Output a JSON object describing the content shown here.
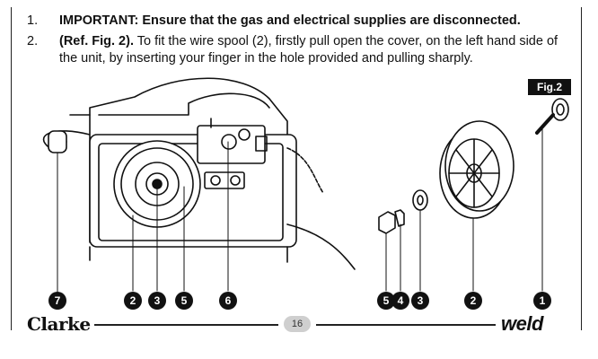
{
  "instructions": [
    {
      "number": "1.",
      "lead": "IMPORTANT: Ensure that the gas and electrical supplies are disconnected.",
      "text": ""
    },
    {
      "number": "2.",
      "lead": "(Ref. Fig. 2).",
      "text": " To fit the wire spool (2), firstly pull open the cover, on the left hand side of the unit, by inserting your finger in the hole provided and pulling sharply."
    }
  ],
  "figure": {
    "label": "Fig.2"
  },
  "callouts": {
    "left": [
      "7",
      "2",
      "3",
      "5",
      "6"
    ],
    "right": [
      "5",
      "4",
      "3",
      "2",
      "1"
    ]
  },
  "footer": {
    "brand": "Clarke",
    "page_number": "16",
    "product": "weld"
  }
}
